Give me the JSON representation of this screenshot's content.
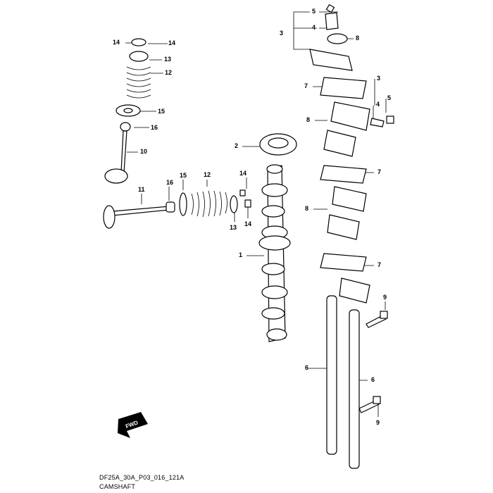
{
  "diagram": {
    "code": "DF25A_30A_P03_016_121A",
    "title": "CAMSHAFT",
    "fwd_label": "FWD",
    "callouts": [
      "5",
      "4",
      "3",
      "8",
      "14",
      "14",
      "13",
      "12",
      "7",
      "3",
      "5",
      "4",
      "15",
      "8",
      "16",
      "2",
      "10",
      "7",
      "14",
      "15",
      "12",
      "16",
      "11",
      "8",
      "14",
      "13",
      "1",
      "7",
      "9",
      "6",
      "6",
      "9"
    ]
  }
}
